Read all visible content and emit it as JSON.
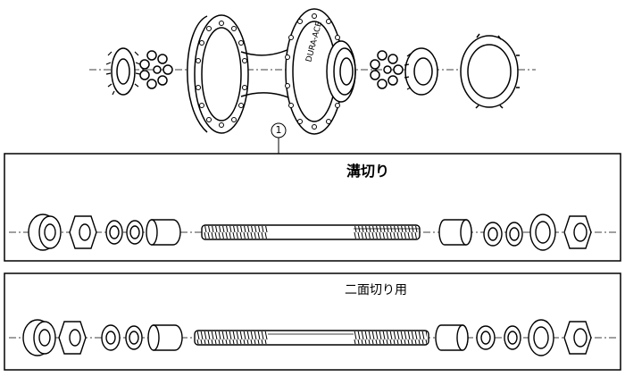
{
  "callout": {
    "number": "1"
  },
  "hub": {
    "brand_text": "DURA-ACE"
  },
  "panels": [
    {
      "label": "溝切り"
    },
    {
      "label": "二面切り用"
    }
  ],
  "icons": [
    "hub-shell-icon",
    "cone-nut-icon",
    "ball-bearing-icon",
    "lock-ring-icon",
    "axle-icon"
  ]
}
